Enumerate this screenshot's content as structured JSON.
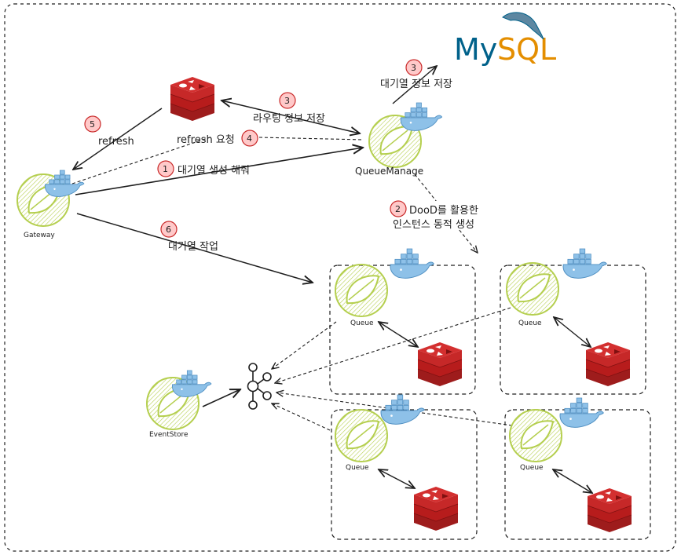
{
  "diagram": {
    "nodes": {
      "gateway": "Gateway",
      "queue_manage": "QueueManage",
      "event_store": "EventStore",
      "queue": "Queue",
      "mysql_my": "My",
      "mysql_sql": "SQL"
    },
    "steps": [
      {
        "num": "1",
        "label": "대기열 생성 해줘"
      },
      {
        "num": "2",
        "label_line1": "DooD를 활용한",
        "label_line2": "인스턴스 동적 생성"
      },
      {
        "num": "3",
        "label": "라우팅 정보 저장"
      },
      {
        "num": "3",
        "label": "대기열 정보 저장"
      },
      {
        "num": "4",
        "label": "refresh 요청"
      },
      {
        "num": "5",
        "label": "refresh"
      },
      {
        "num": "6",
        "label": "대기열 작업"
      }
    ]
  },
  "colors": {
    "spring": "#b5cf4f",
    "docker": "#6aa9d8",
    "redis": "#c62828",
    "badge": "#ffc9c9",
    "badge_stroke": "#c92a2a",
    "line": "#1e1e1e"
  }
}
